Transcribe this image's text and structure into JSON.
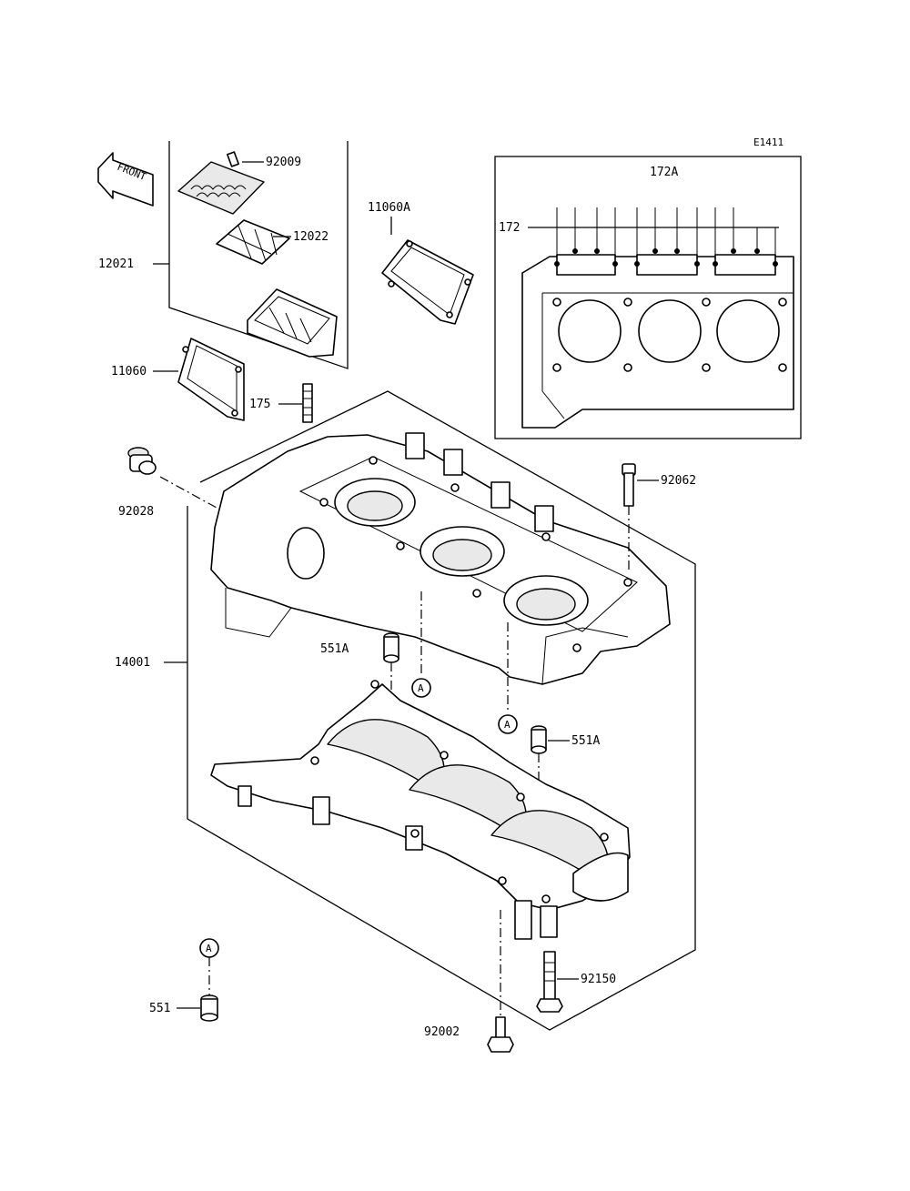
{
  "diagram_code": "E1411",
  "front_label": "FRONT",
  "ref_marker": "A",
  "parts": {
    "p92009": "92009",
    "p12022": "12022",
    "p12021": "12021",
    "p11060A": "11060A",
    "p11060": "11060",
    "p175": "175",
    "p172A": "172A",
    "p172": "172",
    "p92028": "92028",
    "p92062": "92062",
    "p14001": "14001",
    "p551A_upper": "551A",
    "p551A_lower": "551A",
    "p92150": "92150",
    "p551": "551",
    "p92002": "92002"
  }
}
